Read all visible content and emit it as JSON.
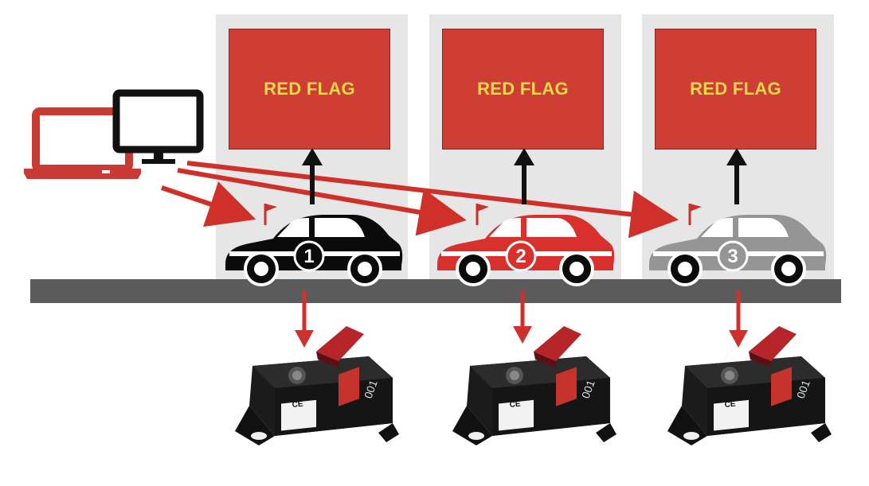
{
  "panels": [
    {
      "label": "RED FLAG",
      "car_number": "1",
      "car_color": "#0b0b0b",
      "device_id": "001"
    },
    {
      "label": "RED FLAG",
      "car_number": "2",
      "car_color": "#d8302c",
      "device_id": "001"
    },
    {
      "label": "RED FLAG",
      "car_number": "3",
      "car_color": "#959595",
      "device_id": "001"
    }
  ],
  "device_label": "CE",
  "colors": {
    "accent_red": "#cf3e35",
    "flag_text": "#f2d64c",
    "track": "#5b5b5b",
    "panel_bg": "#e6e6e6",
    "arrow_red": "#d0302a"
  }
}
